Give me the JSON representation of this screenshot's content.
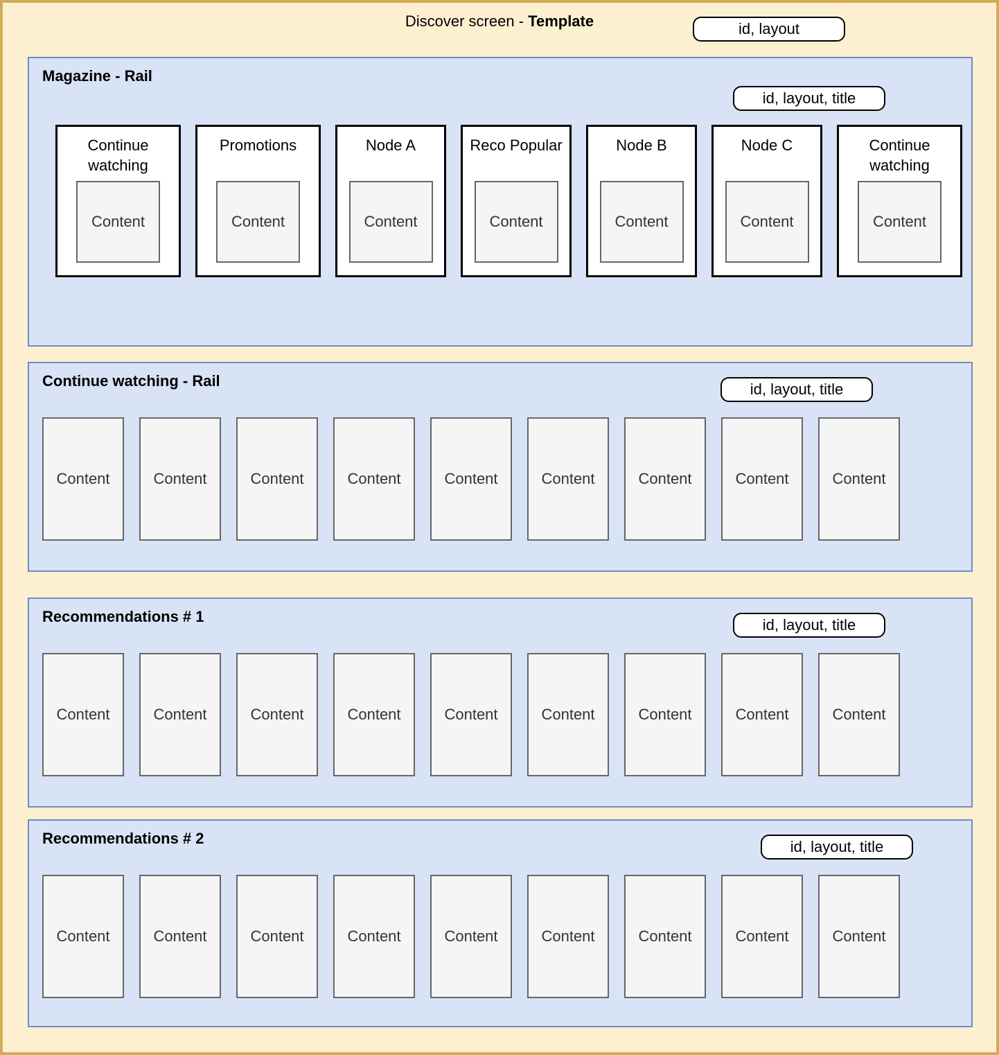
{
  "header": {
    "title_prefix": "Discover screen - ",
    "title_bold": "Template",
    "badge": "id, layout"
  },
  "colors": {
    "canvas_bg": "#fdf0d1",
    "canvas_border": "#d2ab59",
    "rail_bg": "#d9e3f6",
    "rail_border": "#6d8ebe",
    "card_bg": "#ffffff",
    "card_border": "#000000",
    "content_bg": "#f5f5f5",
    "content_border": "#666666",
    "content_text": "#333333",
    "badge_bg": "#ffffff",
    "badge_border": "#000000"
  },
  "sections": [
    {
      "title": "Magazine - Rail",
      "badge": "id, layout, title",
      "cards": [
        {
          "label": "Continue watching",
          "content": "Content",
          "wide": true,
          "two_line": true
        },
        {
          "label": "Promotions",
          "content": "Content",
          "wide": true,
          "two_line": false
        },
        {
          "label": "Node A",
          "content": "Content",
          "wide": false,
          "two_line": false
        },
        {
          "label": "Reco Popular",
          "content": "Content",
          "wide": false,
          "two_line": false
        },
        {
          "label": "Node B",
          "content": "Content",
          "wide": false,
          "two_line": false
        },
        {
          "label": "Node C",
          "content": "Content",
          "wide": false,
          "two_line": false
        },
        {
          "label": "Continue watching",
          "content": "Content",
          "wide": true,
          "two_line": true
        }
      ]
    },
    {
      "title": "Continue watching - Rail",
      "badge": "id, layout, title",
      "items": [
        "Content",
        "Content",
        "Content",
        "Content",
        "Content",
        "Content",
        "Content",
        "Content",
        "Content"
      ]
    },
    {
      "title": "Recommendations # 1",
      "badge": "id, layout, title",
      "items": [
        "Content",
        "Content",
        "Content",
        "Content",
        "Content",
        "Content",
        "Content",
        "Content",
        "Content"
      ]
    },
    {
      "title": "Recommendations # 2",
      "badge": "id, layout, title",
      "items": [
        "Content",
        "Content",
        "Content",
        "Content",
        "Content",
        "Content",
        "Content",
        "Content",
        "Content"
      ]
    }
  ]
}
